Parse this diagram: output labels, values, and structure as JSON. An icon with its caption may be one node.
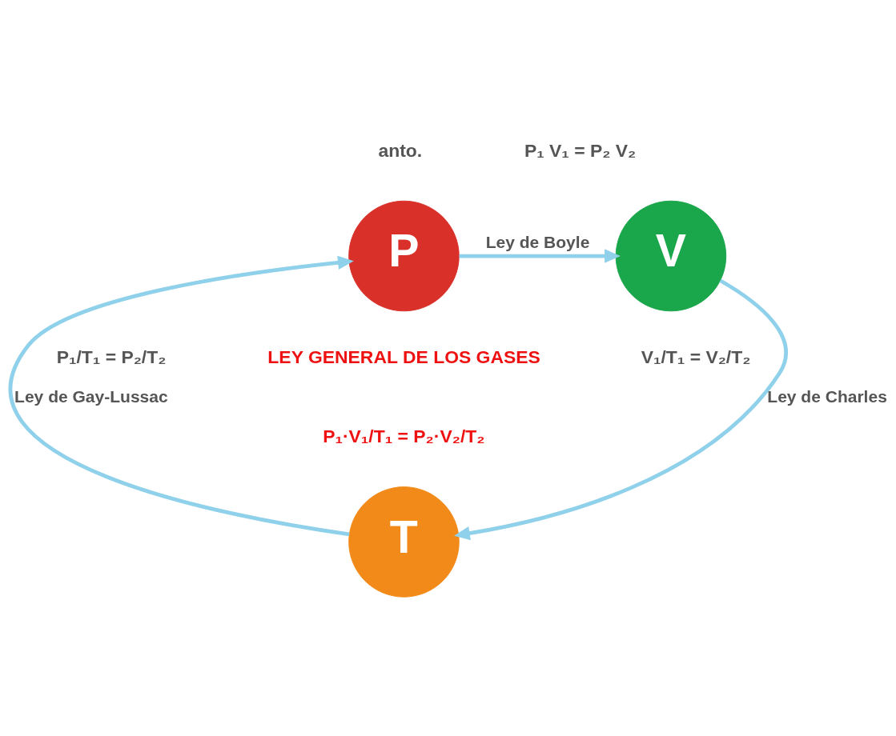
{
  "diagram": {
    "nodes": [
      {
        "text": [
          "P"
        ]
      },
      {
        "text": [
          "V"
        ]
      },
      {
        "text": [
          "T"
        ]
      }
    ],
    "edges": [
      {
        "from": 0,
        "to": 1,
        "arrow": "to",
        "label": "Ley de Boyle"
      },
      {
        "from": 1,
        "to": 2,
        "arrow": "to",
        "label": "Ley de Charles"
      },
      {
        "from": 2,
        "to": 0,
        "arrow": "to",
        "label": "Ley de Gay-Lussac"
      }
    ],
    "labels": [
      "anto.",
      "P₁ V₁ = P₂ V₂",
      "LEY GENERAL DE LOS GASES",
      "P₁·V₁/T₁ = P₂·V₂/T₂",
      "V₁/T₁ = V₂/T₂",
      "P₁/T₁ = P₂/T₂"
    ]
  }
}
